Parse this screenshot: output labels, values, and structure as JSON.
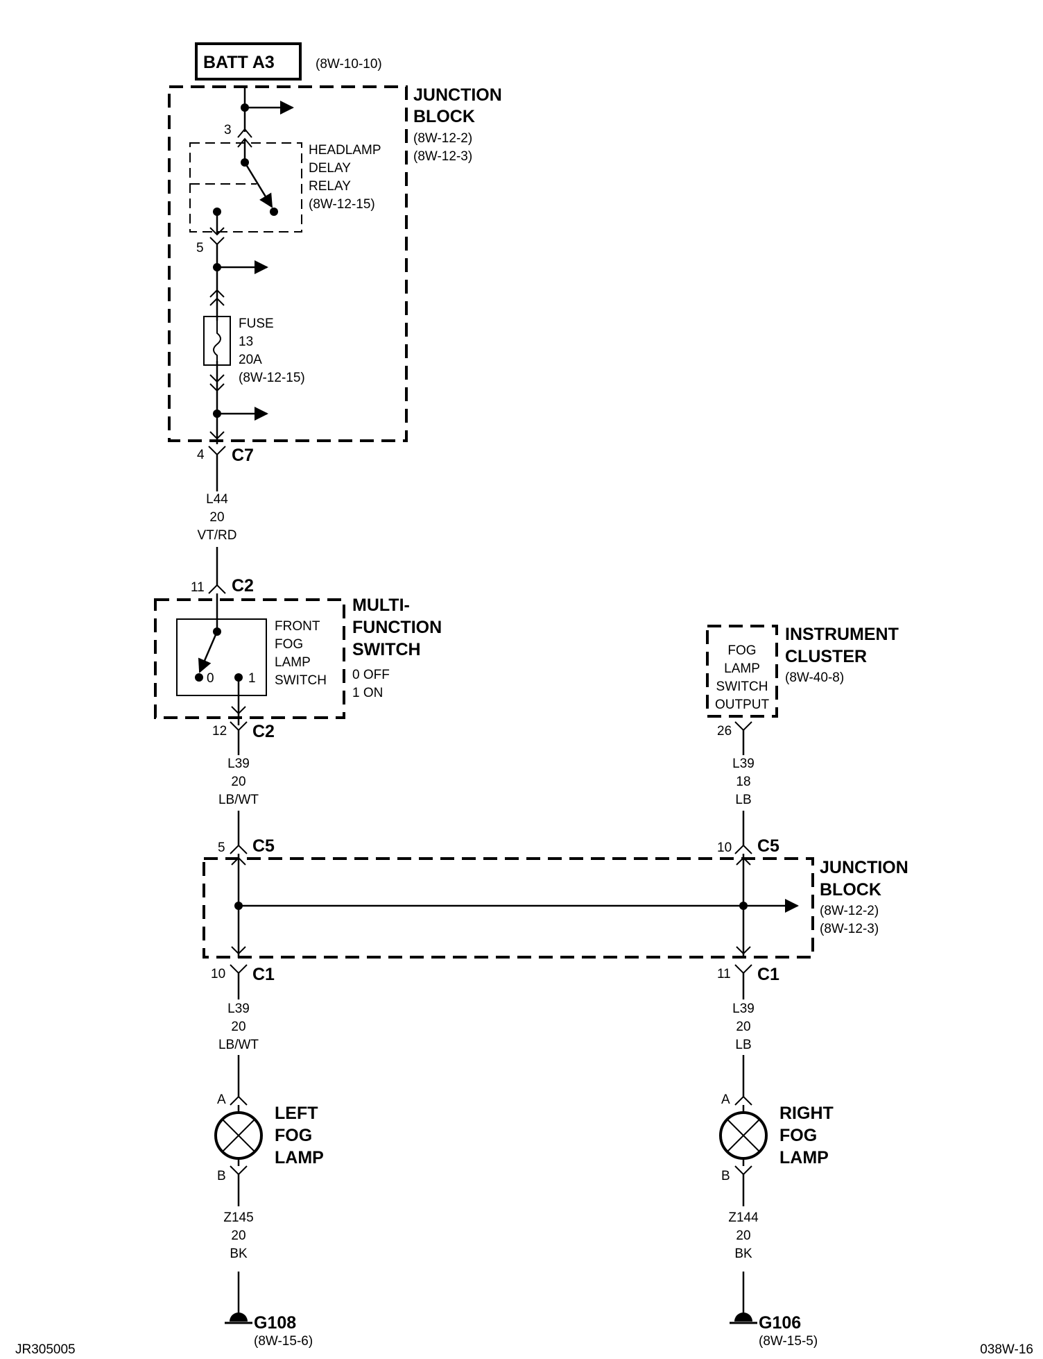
{
  "batt": {
    "label": "BATT A3",
    "ref": "(8W-10-10)"
  },
  "junction_block_top": {
    "title1": "JUNCTION",
    "title2": "BLOCK",
    "ref1": "(8W-12-2)",
    "ref2": "(8W-12-3)"
  },
  "relay": {
    "line1": "HEADLAMP",
    "line2": "DELAY",
    "line3": "RELAY",
    "ref": "(8W-12-15)",
    "pin_in": "3",
    "pin_out": "5"
  },
  "fuse": {
    "line1": "FUSE",
    "line2": "13",
    "line3": "20A",
    "ref": "(8W-12-15)"
  },
  "c7": {
    "pin": "4",
    "name": "C7"
  },
  "wire_l44": {
    "circuit": "L44",
    "gauge": "20",
    "color": "VT/RD"
  },
  "mfs": {
    "title1": "MULTI-",
    "title2": "FUNCTION",
    "title3": "SWITCH",
    "state1": "0 OFF",
    "state2": "1 ON",
    "switch1": "FRONT",
    "switch2": "FOG",
    "switch3": "LAMP",
    "switch4": "SWITCH",
    "pos0": "0",
    "pos1": "1",
    "pin_in": "11",
    "conn_in": "C2",
    "pin_out": "12",
    "conn_out": "C2"
  },
  "cluster": {
    "title1": "INSTRUMENT",
    "title2": "CLUSTER",
    "ref": "(8W-40-8)",
    "out1": "FOG",
    "out2": "LAMP",
    "out3": "SWITCH",
    "out4": "OUTPUT",
    "pin": "26"
  },
  "wire_l39_left_upper": {
    "circuit": "L39",
    "gauge": "20",
    "color": "LB/WT"
  },
  "wire_l39_right_upper": {
    "circuit": "L39",
    "gauge": "18",
    "color": "LB"
  },
  "c5": {
    "pin_left": "5",
    "pin_right": "10",
    "name": "C5"
  },
  "junction_block_bottom": {
    "title1": "JUNCTION",
    "title2": "BLOCK",
    "ref1": "(8W-12-2)",
    "ref2": "(8W-12-3)"
  },
  "c1": {
    "pin_left": "10",
    "pin_right": "11",
    "name": "C1"
  },
  "wire_l39_left_lower": {
    "circuit": "L39",
    "gauge": "20",
    "color": "LB/WT"
  },
  "wire_l39_right_lower": {
    "circuit": "L39",
    "gauge": "20",
    "color": "LB"
  },
  "left_lamp": {
    "title1": "LEFT",
    "title2": "FOG",
    "title3": "LAMP",
    "pin_a": "A",
    "pin_b": "B"
  },
  "right_lamp": {
    "title1": "RIGHT",
    "title2": "FOG",
    "title3": "LAMP",
    "pin_a": "A",
    "pin_b": "B"
  },
  "wire_z145": {
    "circuit": "Z145",
    "gauge": "20",
    "color": "BK"
  },
  "wire_z144": {
    "circuit": "Z144",
    "gauge": "20",
    "color": "BK"
  },
  "ground_left": {
    "name": "G108",
    "ref": "(8W-15-6)"
  },
  "ground_right": {
    "name": "G106",
    "ref": "(8W-15-5)"
  },
  "footer": {
    "left": "JR305005",
    "right": "038W-16"
  }
}
